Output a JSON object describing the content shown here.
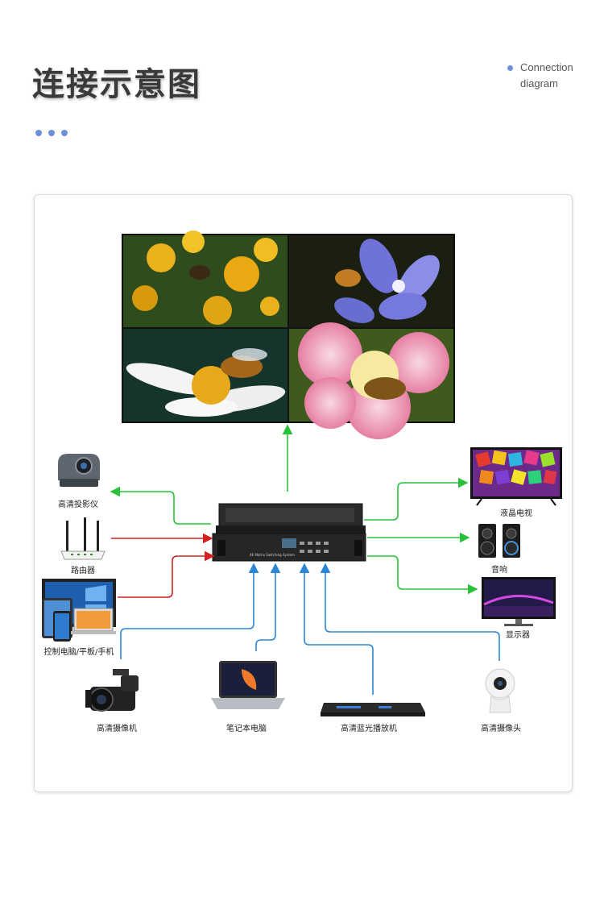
{
  "header": {
    "title": "连接示意图",
    "subtitle_line1": "Connection",
    "subtitle_line2": "diagram"
  },
  "matrix": {
    "front_label": "4K Matrix Switching System"
  },
  "sources": [
    {
      "label": "高清投影仪"
    },
    {
      "label": "路由器"
    },
    {
      "label": "控制电脑/平板/手机"
    },
    {
      "label": "高清摄像机"
    },
    {
      "label": "笔记本电脑"
    },
    {
      "label": "高清蓝光播放机"
    },
    {
      "label": "高清摄像头"
    }
  ],
  "outputs": [
    {
      "label": "液晶电视"
    },
    {
      "label": "音响"
    },
    {
      "label": "显示器"
    }
  ],
  "colors": {
    "green": "#27c23a",
    "red": "#d42020",
    "blue": "#2b86d6",
    "accent": "#6f8fd8"
  }
}
